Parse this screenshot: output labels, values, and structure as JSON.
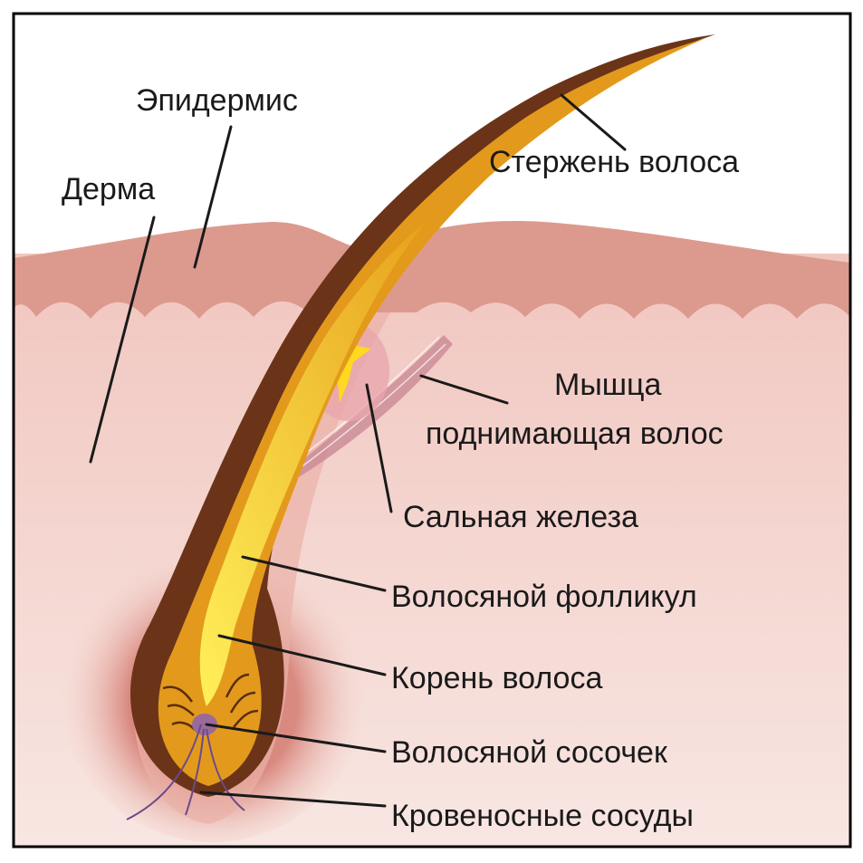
{
  "diagram": {
    "labels": {
      "epidermis": "Эпидермис",
      "dermis": "Дерма",
      "hair_shaft": "Стержень волоса",
      "arrector_muscle_line1": "Мышца",
      "arrector_muscle_line2": "поднимающая волос",
      "sebaceous_gland": "Сальная железа",
      "hair_follicle": "Волосяной фолликул",
      "hair_root": "Корень волоса",
      "dermal_papilla": "Волосяной сосочек",
      "blood_vessels": "Кровеносные сосуды"
    },
    "colors": {
      "epidermis": "#dc9a8e",
      "dermis": "#f4d4cd",
      "follicle_sheath": "#6b3418",
      "hair_root": "#e39a1c",
      "hair_core": "#ffd83a",
      "vessel": "#6b4a8a",
      "frame": "#000000"
    }
  }
}
